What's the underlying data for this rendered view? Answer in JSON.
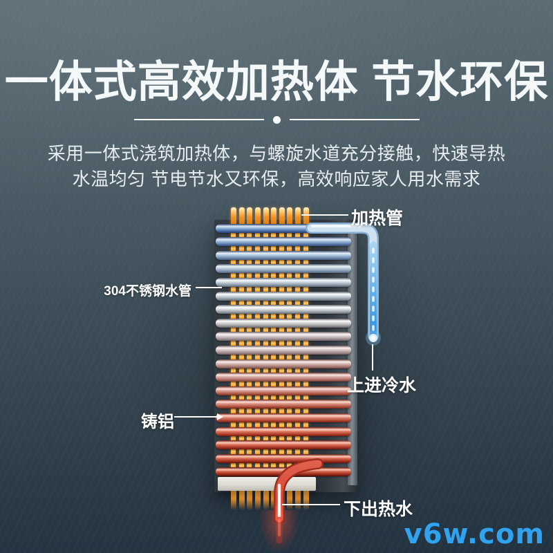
{
  "page": {
    "title": "一体式高效加热体 节水环保",
    "description_line1": "采用一体式浇筑加热体，与螺旋水道充分接触，快速导热",
    "description_line2": "水温均匀 节电节水又环保，高效响应家人用水需求"
  },
  "diagram": {
    "labels": {
      "heating_tube": "加热管",
      "steel_pipe": "304不锈钢水管",
      "cold_water_in": "上进冷水",
      "cast_aluminum": "铸铝",
      "hot_water_out": "下出热水"
    },
    "heater": {
      "coil_rows": 19,
      "pin_groups": 2,
      "pins_per_group": 5
    },
    "colors": {
      "cold_water": "#3e9ce8",
      "hot_water": "#d9372a",
      "heater_glow": "#f5a623",
      "title_text": "#f4f8f9"
    }
  },
  "watermark": {
    "text": "v6w.com",
    "color": "#30a2ee"
  }
}
